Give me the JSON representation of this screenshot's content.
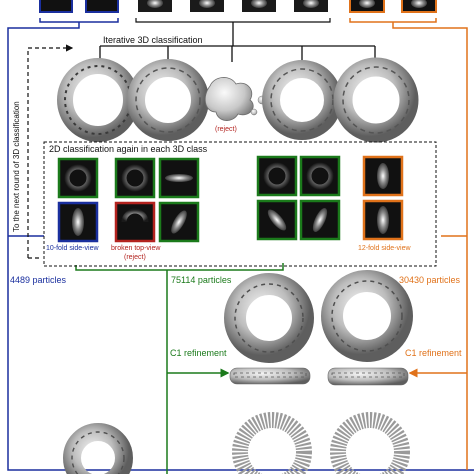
{
  "labels": {
    "iterative_3d": "Iterative 3D classification",
    "reject_1": "(reject)",
    "next_round": "To the next round of 3D classification",
    "classification_2d": "2D classification again in each 3D class",
    "ten_fold_side": "10-fold side-view",
    "broken_top": "broken top-view",
    "reject_2": "(reject)",
    "twelve_fold_side": "12-fold side-view",
    "particles_blue": "4489 particles",
    "particles_green": "75114 particles",
    "particles_orange": "30430 particles",
    "c1_refinement_green": "C1 refinement",
    "c1_refinement_orange": "C1 refinement"
  },
  "colors": {
    "blue": "#1a2f9e",
    "green": "#1b7a1b",
    "orange": "#e0721a",
    "red": "#b3231f"
  }
}
